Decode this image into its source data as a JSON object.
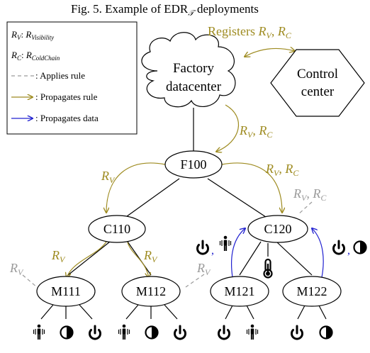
{
  "figure": {
    "title": "Fig. 5. Example of EDR",
    "title_sub": "𝒯",
    "title_tail": " deployments"
  },
  "legend": {
    "rv_key": "R",
    "rv_key_sub": "V",
    "rv_value": "R",
    "rv_value_sub": "Visibility",
    "rc_key": "R",
    "rc_key_sub": "C",
    "rc_value": "R",
    "rc_value_sub": "ColdChain",
    "applies_rule": ": Applies rule",
    "propagates_rule": ": Propagates rule",
    "propagates_data": ": Propagates data"
  },
  "nodes": {
    "datacenter_line1": "Factory",
    "datacenter_line2": "datacenter",
    "control_line1": "Control",
    "control_line2": "center",
    "f100": "F100",
    "c110": "C110",
    "c120": "C120",
    "m111": "M111",
    "m112": "M112",
    "m121": "M121",
    "m122": "M122"
  },
  "labels": {
    "registers": "Registers",
    "R": "R",
    "V": "V",
    "C": "C",
    "comma": ","
  },
  "colors": {
    "propagates_rule": "#9e8b20",
    "propagates_data": "#2020d0",
    "applies_rule": "#9a9a9a"
  },
  "icons": [
    "power-icon",
    "contrast-icon",
    "vibration-sensor-icon",
    "thermometer-icon"
  ]
}
